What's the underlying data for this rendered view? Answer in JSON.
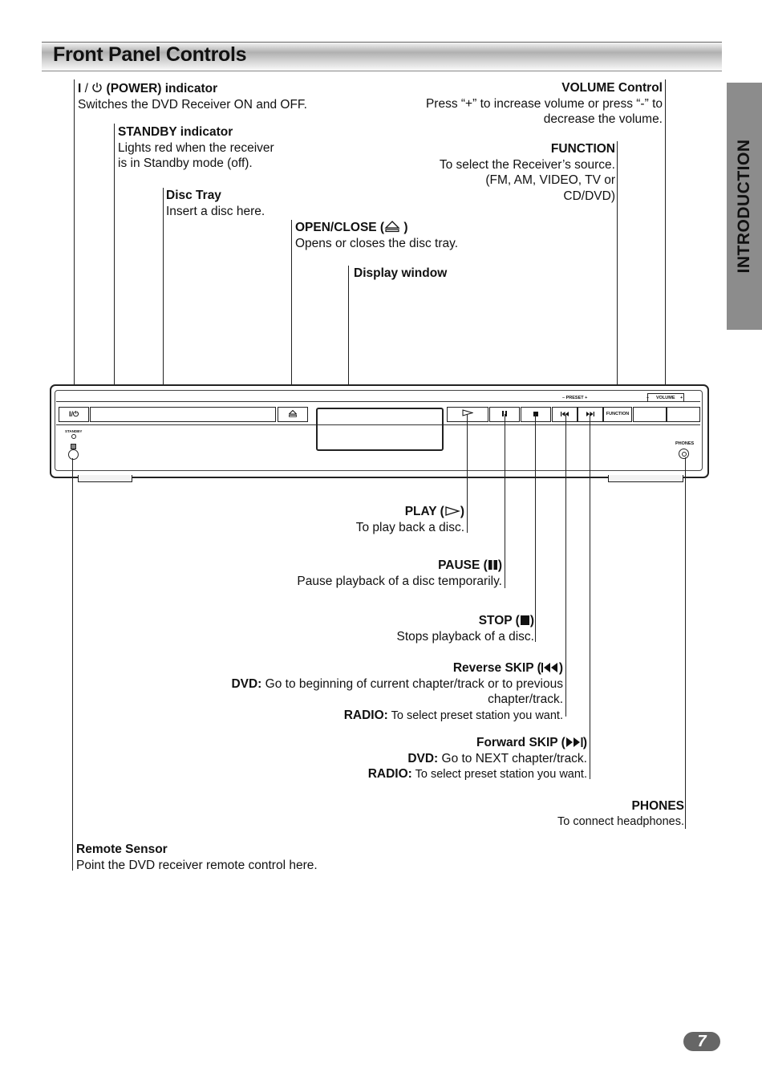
{
  "header": {
    "title": "Front Panel Controls"
  },
  "side_tab": {
    "label": "INTRODUCTION"
  },
  "callouts": {
    "power": {
      "title_rest": " (POWER) indicator",
      "desc": "Switches the DVD Receiver ON and OFF."
    },
    "standby": {
      "title": "STANDBY indicator",
      "desc1": "Lights red when the receiver",
      "desc2": "is in Standby mode (off)."
    },
    "disc_tray": {
      "title": "Disc Tray",
      "desc": "Insert a disc here."
    },
    "open_close": {
      "title": "OPEN/CLOSE (",
      "title_end": " )",
      "desc": "Opens or closes the disc tray."
    },
    "display": {
      "title": "Display window"
    },
    "volume": {
      "title": "VOLUME Control",
      "desc1": "Press “+” to increase volume or press “-” to",
      "desc2": "decrease the volume."
    },
    "function": {
      "title": "FUNCTION",
      "desc1": "To select the Receiver’s source.",
      "desc2": "(FM, AM, VIDEO, TV or",
      "desc3": "CD/DVD)"
    },
    "play": {
      "title": "PLAY (",
      "title_end": ")",
      "desc": "To play back a disc."
    },
    "pause": {
      "title": "PAUSE (",
      "title_end": ")",
      "desc": "Pause playback of a disc temporarily."
    },
    "stop": {
      "title": "STOP (",
      "title_end": ")",
      "desc": "Stops playback of a disc."
    },
    "reverse": {
      "title": "Reverse SKIP (",
      "title_end": ")",
      "dvd_label": "DVD:",
      "dvd_desc1": " Go to beginning of current chapter/track or to previous",
      "dvd_desc2": "chapter/track.",
      "radio_label": "RADIO:",
      "radio_desc": " To select preset station you want."
    },
    "forward": {
      "title": "Forward SKIP (",
      "title_end": ")",
      "dvd_label": "DVD:",
      "dvd_desc": " Go to NEXT chapter/track.",
      "radio_label": "RADIO:",
      "radio_desc": " To select preset station you want."
    },
    "phones": {
      "title": "PHONES",
      "desc": "To connect headphones."
    },
    "remote": {
      "title": "Remote Sensor",
      "desc": "Point the DVD receiver remote control here."
    }
  },
  "device": {
    "power_label": "I/⏻",
    "standby_label": "STANDBY",
    "preset_label": "–  PRESET  +",
    "volume_minus": "–",
    "volume_label": "VOLUME",
    "volume_plus": "+",
    "function_label": "FUNCTION",
    "phones_label": "PHONES"
  },
  "page_number": "7"
}
